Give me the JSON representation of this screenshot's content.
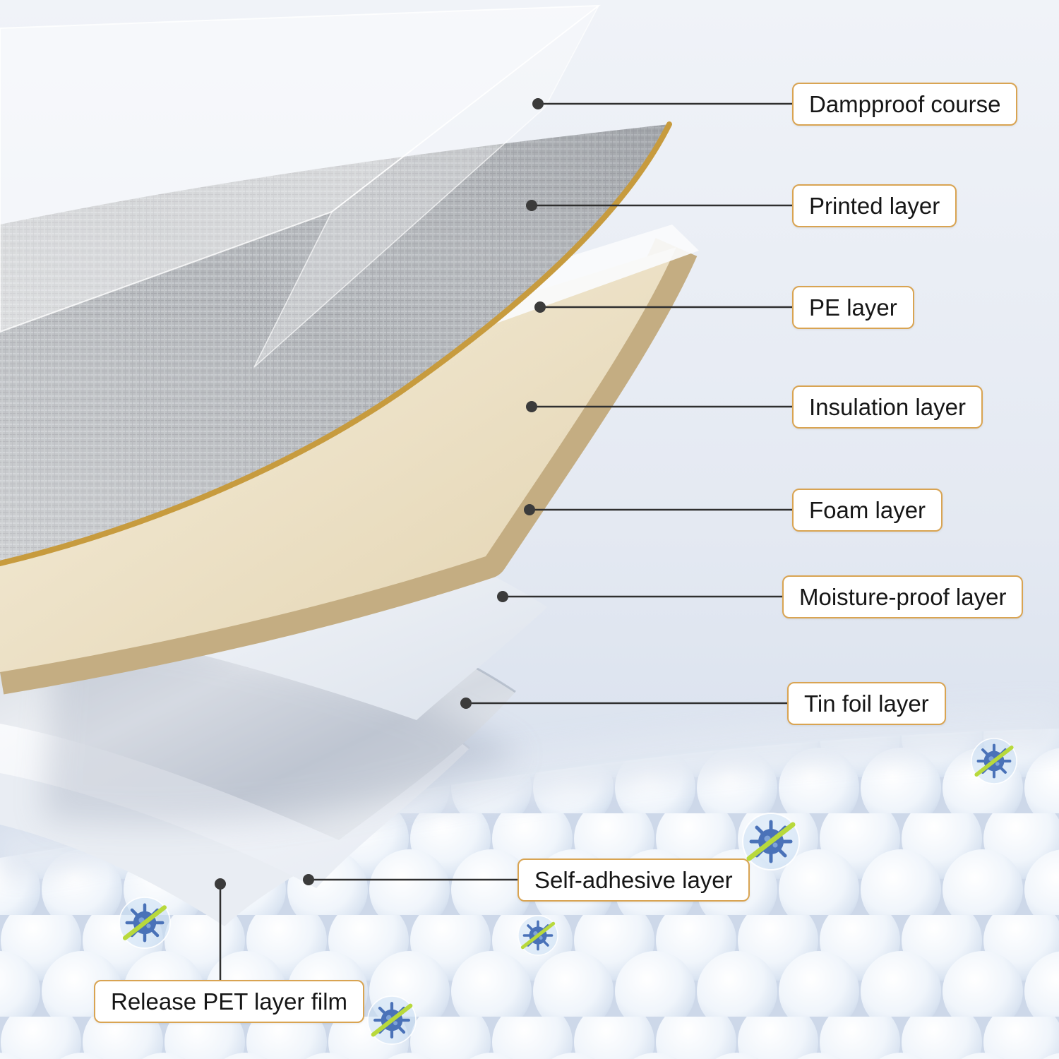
{
  "diagram": {
    "type": "product-layer-exploded-diagram",
    "labels": [
      {
        "id": "dampproof-course",
        "text": "Dampproof course"
      },
      {
        "id": "printed-layer",
        "text": "Printed layer"
      },
      {
        "id": "pe-layer",
        "text": "PE layer"
      },
      {
        "id": "insulation-layer",
        "text": "Insulation layer"
      },
      {
        "id": "foam-layer",
        "text": "Foam layer"
      },
      {
        "id": "moisture-proof-layer",
        "text": "Moisture-proof layer"
      },
      {
        "id": "tin-foil-layer",
        "text": "Tin foil layer"
      },
      {
        "id": "self-adhesive-layer",
        "text": "Self-adhesive layer"
      },
      {
        "id": "release-pet-layer-film",
        "text": "Release PET layer film"
      }
    ],
    "icons": [
      "virus-blocked-icon"
    ],
    "colors": {
      "callout_border": "#d9a452",
      "callout_background": "#ffffff",
      "callout_text": "#161616",
      "leader_line": "#2f2f2f",
      "gold_fabric_edge": "#c79b3e",
      "printed_fabric_gray": "#b3b6ba",
      "insulation_cream": "#eee3c6",
      "foam_edge_tan": "#c4ad82",
      "tin_foil_silver": "#d5dae2",
      "background_top": "#f0f3f8",
      "background_bottom": "#cfdaea",
      "bubble_shade": "#bfcde2",
      "virus_body": "#4a72b8",
      "virus_strike": "#b8d93c"
    }
  }
}
